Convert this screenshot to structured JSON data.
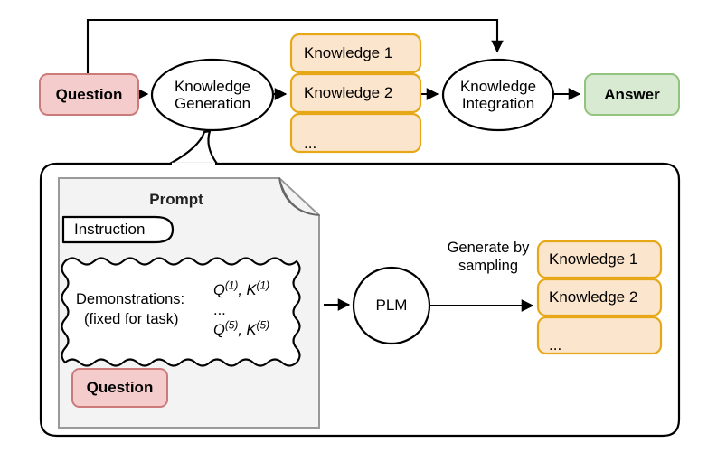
{
  "diagram": {
    "title": "Knowledge Generation and Integration pipeline",
    "colors": {
      "question_fill": "#f4cccc",
      "question_stroke": "#cc7a7a",
      "answer_fill": "#d9ead3",
      "answer_stroke": "#93c47d",
      "knowledge_fill": "#fce5cd",
      "knowledge_stroke": "#e6a817",
      "prompt_card_fill": "#f3f3f3",
      "prompt_card_stroke": "#999999",
      "line": "#000000"
    }
  },
  "top_flow": {
    "question": "Question",
    "knowledge_generation": "Knowledge\nGeneration",
    "knowledge_stack": [
      {
        "label": "Knowledge 1"
      },
      {
        "label": "Knowledge 2"
      },
      {
        "label": "..."
      }
    ],
    "knowledge_integration": "Knowledge\nIntegration",
    "answer": "Answer"
  },
  "bottom_panel": {
    "prompt_card": {
      "title": "Prompt",
      "instruction": "Instruction",
      "demonstrations": {
        "line1": "Demonstrations:",
        "line2": "(fixed for task)",
        "examples": [
          {
            "q": "Q",
            "q_sup": "(1)",
            "sep": ", ",
            "k": "K",
            "k_sup": "(1)"
          },
          {
            "ellipsis": "..."
          },
          {
            "q": "Q",
            "q_sup": "(5)",
            "sep": ", ",
            "k": "K",
            "k_sup": "(5)"
          }
        ]
      },
      "question": "Question"
    },
    "plm": "PLM",
    "edge_label": "Generate by\nsampling",
    "knowledge_stack": [
      {
        "label": "Knowledge 1"
      },
      {
        "label": "Knowledge 2"
      },
      {
        "label": "..."
      }
    ]
  }
}
